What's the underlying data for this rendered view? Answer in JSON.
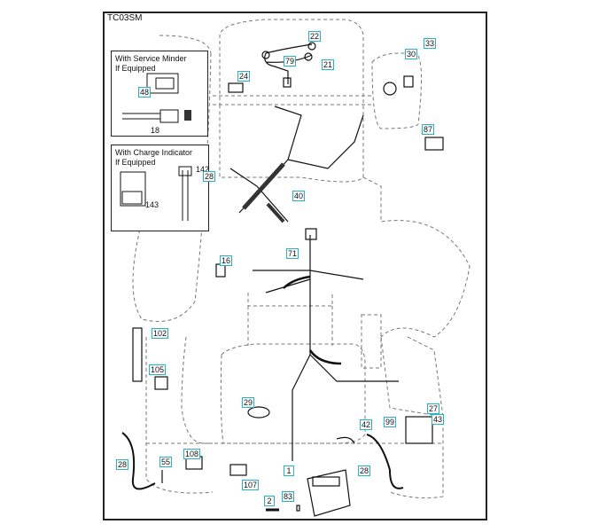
{
  "diagram": {
    "code": "TC03SM",
    "insets": [
      {
        "id": "service-minder",
        "title": "With Service Minder",
        "subtitle": "If Equipped",
        "callouts": [
          "48"
        ],
        "plain_labels": [
          "18"
        ]
      },
      {
        "id": "charge-indicator",
        "title": "With Charge Indicator",
        "subtitle": "If Equipped",
        "plain_labels": [
          "142",
          "143"
        ]
      }
    ],
    "callouts": [
      {
        "label": "22"
      },
      {
        "label": "79"
      },
      {
        "label": "21"
      },
      {
        "label": "24"
      },
      {
        "label": "30"
      },
      {
        "label": "33"
      },
      {
        "label": "87"
      },
      {
        "label": "28"
      },
      {
        "label": "40"
      },
      {
        "label": "71"
      },
      {
        "label": "16"
      },
      {
        "label": "102"
      },
      {
        "label": "105"
      },
      {
        "label": "29"
      },
      {
        "label": "42"
      },
      {
        "label": "99"
      },
      {
        "label": "27"
      },
      {
        "label": "43"
      },
      {
        "label": "28"
      },
      {
        "label": "55"
      },
      {
        "label": "108"
      },
      {
        "label": "107"
      },
      {
        "label": "1"
      },
      {
        "label": "28"
      },
      {
        "label": "2"
      },
      {
        "label": "83"
      }
    ],
    "accent_color": "#27b3c7"
  }
}
